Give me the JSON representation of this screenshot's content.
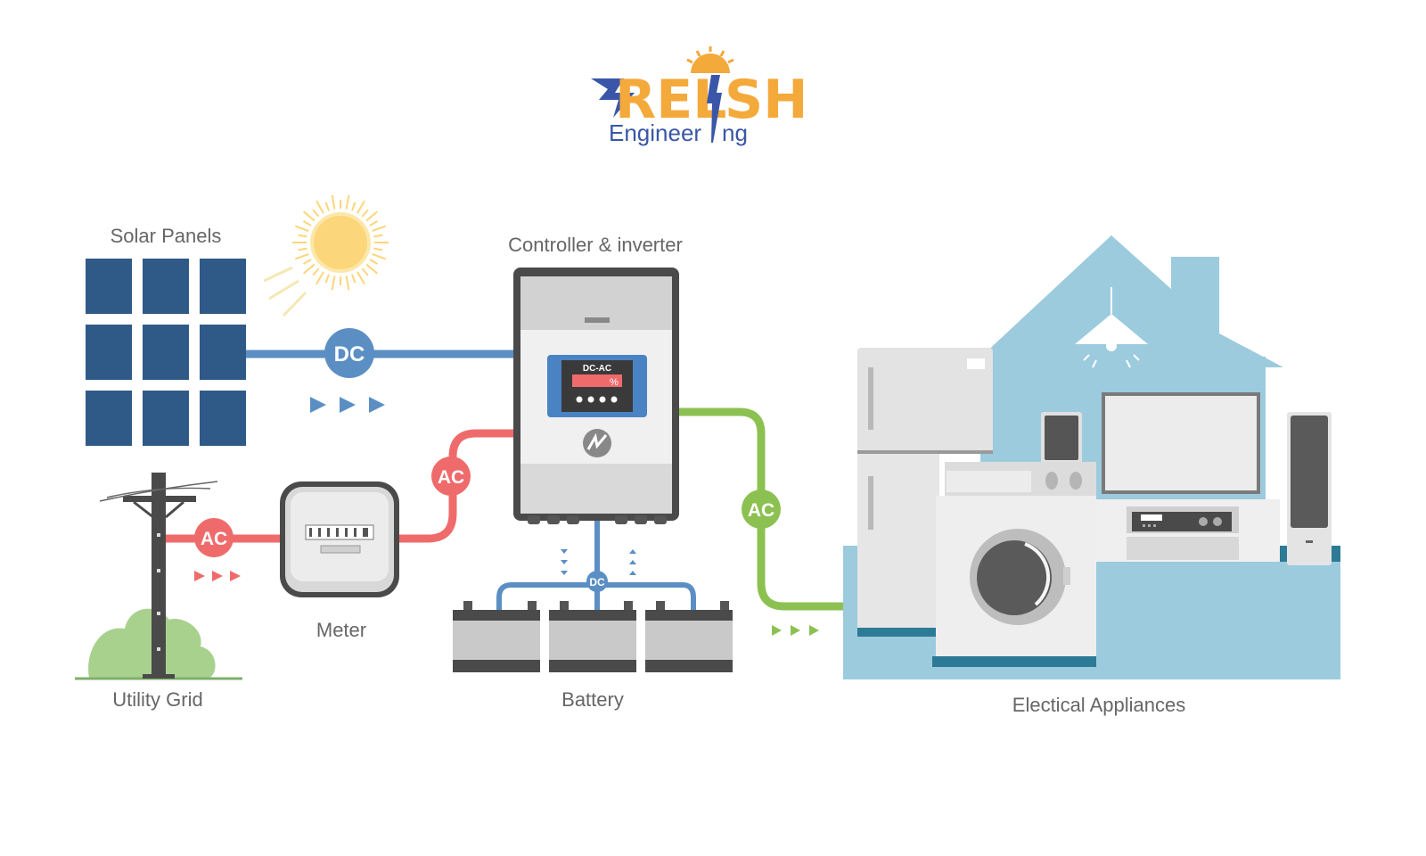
{
  "logo": {
    "brand_left": "REL",
    "brand_right": "SH",
    "subtitle_left": "Engineer",
    "subtitle_right": "ng",
    "colors": {
      "orange": "#f4a93b",
      "blue": "#3a56a8"
    }
  },
  "labels": {
    "solar_panels": "Solar Panels",
    "controller": "Controller & inverter",
    "meter": "Meter",
    "utility_grid": "Utility Grid",
    "battery": "Battery",
    "appliances": "Electical Appliances"
  },
  "badges": {
    "solar_dc": "DC",
    "grid_ac": "AC",
    "meter_ac": "AC",
    "output_ac": "AC",
    "battery_dc": "DC"
  },
  "inverter_display": {
    "mode": "DC-AC",
    "readout": "%"
  },
  "colors": {
    "dc_line": "#5b8fc4",
    "ac_grid_line": "#ef6b6b",
    "ac_output_line": "#8cc152",
    "panel": "#2f5a87",
    "house": "#9ccbde",
    "house_floor_edge": "#2c7a96",
    "sun": "#fbd67a",
    "label_text": "#666666"
  }
}
